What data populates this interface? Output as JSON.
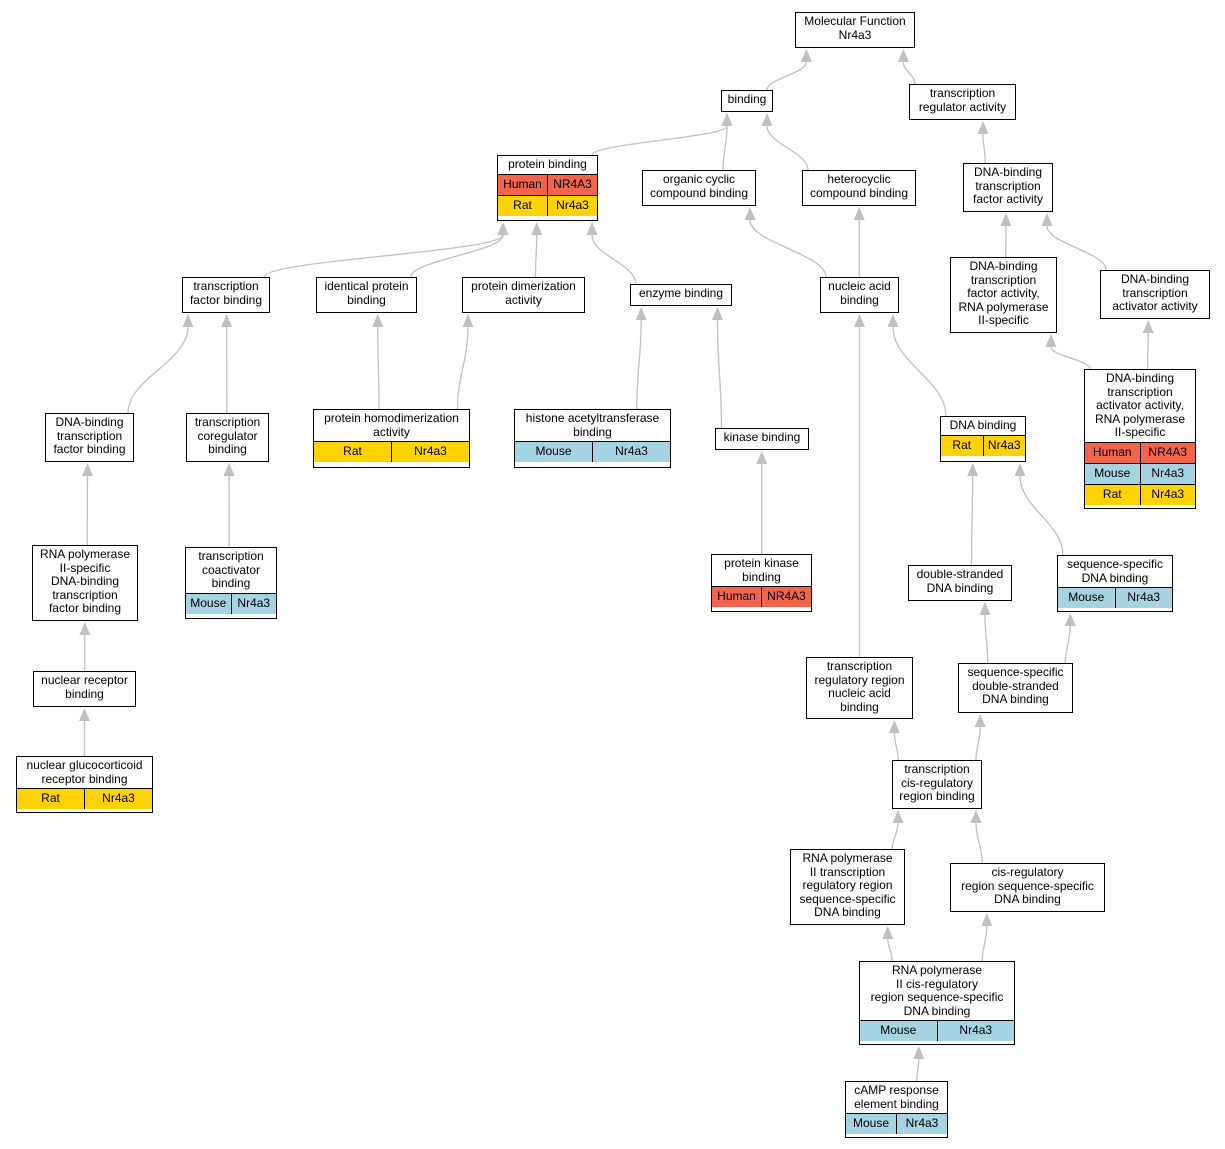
{
  "colors": {
    "Human": "#f4644a",
    "Mouse": "#a6d3e2",
    "Rat": "#ffd200",
    "edge": "#c0c0c0"
  },
  "nodes": [
    {
      "id": "mf",
      "label": "Molecular Function\nNr4a3",
      "ann": []
    },
    {
      "id": "binding",
      "label": "binding",
      "ann": []
    },
    {
      "id": "tra",
      "label": "transcription\nregulator activity",
      "ann": []
    },
    {
      "id": "pb",
      "label": "protein binding",
      "ann": [
        [
          "Human",
          "NR4A3"
        ],
        [
          "Rat",
          "Nr4a3"
        ]
      ]
    },
    {
      "id": "occb",
      "label": "organic cyclic\ncompound binding",
      "ann": []
    },
    {
      "id": "hcb",
      "label": "heterocyclic\ncompound binding",
      "ann": []
    },
    {
      "id": "dbtfa",
      "label": "DNA-binding\ntranscription\nfactor activity",
      "ann": []
    },
    {
      "id": "tfb",
      "label": "transcription\nfactor binding",
      "ann": []
    },
    {
      "id": "ipb",
      "label": "identical protein\nbinding",
      "ann": []
    },
    {
      "id": "pda",
      "label": "protein dimerization\nactivity",
      "ann": []
    },
    {
      "id": "eb",
      "label": "enzyme binding",
      "ann": []
    },
    {
      "id": "nab",
      "label": "nucleic acid\nbinding",
      "ann": []
    },
    {
      "id": "dbtfa2",
      "label": "DNA-binding\ntranscription\nfactor activity,\nRNA polymerase\nII-specific",
      "ann": []
    },
    {
      "id": "dbtaa",
      "label": "DNA-binding\ntranscription\nactivator activity",
      "ann": []
    },
    {
      "id": "dbtfb",
      "label": "DNA-binding\ntranscription\nfactor binding",
      "ann": []
    },
    {
      "id": "tcb",
      "label": "transcription\ncoregulator\nbinding",
      "ann": []
    },
    {
      "id": "phda",
      "label": "protein homodimerization\nactivity",
      "ann": [
        [
          "Rat",
          "Nr4a3"
        ]
      ]
    },
    {
      "id": "hatb",
      "label": "histone acetyltransferase\nbinding",
      "ann": [
        [
          "Mouse",
          "Nr4a3"
        ]
      ]
    },
    {
      "id": "kb",
      "label": "kinase binding",
      "ann": []
    },
    {
      "id": "dnab",
      "label": "DNA binding",
      "ann": [
        [
          "Rat",
          "Nr4a3"
        ]
      ]
    },
    {
      "id": "dbtaa2",
      "label": "DNA-binding\ntranscription\nactivator activity,\nRNA polymerase\nII-specific",
      "ann": [
        [
          "Human",
          "NR4A3"
        ],
        [
          "Mouse",
          "Nr4a3"
        ],
        [
          "Rat",
          "Nr4a3"
        ]
      ]
    },
    {
      "id": "rnap",
      "label": "RNA polymerase\nII-specific\nDNA-binding\ntranscription\nfactor binding",
      "ann": []
    },
    {
      "id": "tcab",
      "label": "transcription\ncoactivator\nbinding",
      "ann": [
        [
          "Mouse",
          "Nr4a3"
        ]
      ]
    },
    {
      "id": "pkb",
      "label": "protein kinase\nbinding",
      "ann": [
        [
          "Human",
          "NR4A3"
        ]
      ]
    },
    {
      "id": "dsdb",
      "label": "double-stranded\nDNA binding",
      "ann": []
    },
    {
      "id": "ssdb",
      "label": "sequence-specific\nDNA binding",
      "ann": [
        [
          "Mouse",
          "Nr4a3"
        ]
      ]
    },
    {
      "id": "nrb",
      "label": "nuclear receptor\nbinding",
      "ann": []
    },
    {
      "id": "trrnab",
      "label": "transcription\nregulatory region\nnucleic acid\nbinding",
      "ann": []
    },
    {
      "id": "ssdsdb",
      "label": "sequence-specific\ndouble-stranded\nDNA binding",
      "ann": []
    },
    {
      "id": "ngrb",
      "label": "nuclear glucocorticoid\nreceptor binding",
      "ann": [
        [
          "Rat",
          "Nr4a3"
        ]
      ]
    },
    {
      "id": "tcrrb",
      "label": "transcription\ncis-regulatory\nregion binding",
      "ann": []
    },
    {
      "id": "rnap2tr",
      "label": "RNA polymerase\nII transcription\nregulatory region\nsequence-specific\nDNA binding",
      "ann": []
    },
    {
      "id": "crrssdb",
      "label": "cis-regulatory\nregion sequence-specific\nDNA binding",
      "ann": []
    },
    {
      "id": "rnap2cr",
      "label": "RNA polymerase\nII cis-regulatory\nregion sequence-specific\nDNA binding",
      "ann": [
        [
          "Mouse",
          "Nr4a3"
        ]
      ]
    },
    {
      "id": "camp",
      "label": "cAMP response\nelement binding",
      "ann": [
        [
          "Mouse",
          "Nr4a3"
        ]
      ]
    }
  ],
  "edges": [
    [
      "binding",
      "mf"
    ],
    [
      "tra",
      "mf"
    ],
    [
      "pb",
      "binding"
    ],
    [
      "occb",
      "binding"
    ],
    [
      "hcb",
      "binding"
    ],
    [
      "dbtfa",
      "tra"
    ],
    [
      "tfb",
      "pb"
    ],
    [
      "ipb",
      "pb"
    ],
    [
      "pda",
      "pb"
    ],
    [
      "eb",
      "pb"
    ],
    [
      "nab",
      "occb"
    ],
    [
      "nab",
      "hcb"
    ],
    [
      "dbtfa2",
      "dbtfa"
    ],
    [
      "dbtaa",
      "dbtfa"
    ],
    [
      "dbtfb",
      "tfb"
    ],
    [
      "tcb",
      "tfb"
    ],
    [
      "phda",
      "ipb"
    ],
    [
      "phda",
      "pda"
    ],
    [
      "hatb",
      "eb"
    ],
    [
      "kb",
      "eb"
    ],
    [
      "dnab",
      "nab"
    ],
    [
      "trrnab",
      "nab"
    ],
    [
      "dbtaa2",
      "dbtfa2"
    ],
    [
      "dbtaa2",
      "dbtaa"
    ],
    [
      "rnap",
      "dbtfb"
    ],
    [
      "tcab",
      "tcb"
    ],
    [
      "pkb",
      "kb"
    ],
    [
      "dsdb",
      "dnab"
    ],
    [
      "ssdb",
      "dnab"
    ],
    [
      "nrb",
      "rnap"
    ],
    [
      "ngrb",
      "nrb"
    ],
    [
      "ssdsdb",
      "dsdb"
    ],
    [
      "ssdsdb",
      "ssdb"
    ],
    [
      "tcrrb",
      "trrnab"
    ],
    [
      "tcrrb",
      "ssdsdb"
    ],
    [
      "rnap2tr",
      "tcrrb"
    ],
    [
      "crrssdb",
      "tcrrb"
    ],
    [
      "rnap2cr",
      "rnap2tr"
    ],
    [
      "rnap2cr",
      "crrssdb"
    ],
    [
      "camp",
      "rnap2cr"
    ]
  ]
}
